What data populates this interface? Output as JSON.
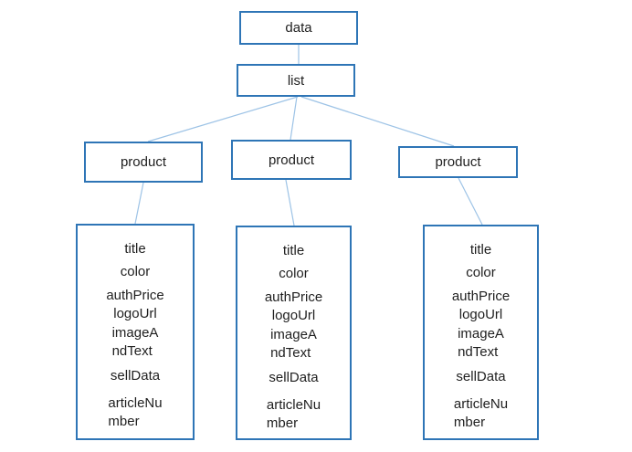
{
  "diagram": {
    "root": {
      "label": "data"
    },
    "list": {
      "label": "list"
    },
    "products": [
      {
        "label": "product",
        "fields": {
          "title": "title",
          "color": "color",
          "auth_price": "authPrice",
          "logo_url": "logoUrl",
          "image_and_text": "imageA\nndText",
          "sell_data": "sellData",
          "article_number": "articleNu\nmber"
        }
      },
      {
        "label": "product",
        "fields": {
          "title": "title",
          "color": "color",
          "auth_price": "authPrice",
          "logo_url": "logoUrl",
          "image_and_text": "imageA\nndText",
          "sell_data": "sellData",
          "article_number": "articleNu\nmber"
        }
      },
      {
        "label": "product",
        "fields": {
          "title": "title",
          "color": "color",
          "auth_price": "authPrice",
          "logo_url": "logoUrl",
          "image_and_text": "imageA\nndText",
          "sell_data": "sellData",
          "article_number": "articleNu\nmber"
        }
      }
    ]
  },
  "colors": {
    "box_border": "#2e75b6",
    "connector_line": "#9dc3e6",
    "text": "#1f1f1f",
    "background": "#ffffff"
  }
}
